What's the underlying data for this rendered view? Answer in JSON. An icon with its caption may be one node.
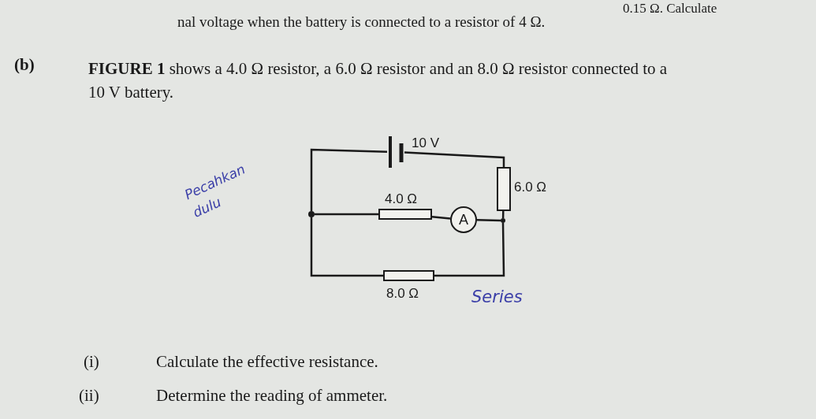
{
  "diagram": {
    "nodes": [
      {
        "text": [],
        "shape": "battery",
        "beside": [
          "10 V"
        ]
      },
      {
        "text": [],
        "shape": "box",
        "beside": [
          "6.0 Ω"
        ]
      },
      {
        "text": [],
        "shape": "dot"
      },
      {
        "text": [],
        "shape": "box",
        "beside": [
          "4.0 Ω"
        ]
      },
      {
        "text": [
          "A"
        ]
      },
      {
        "text": [],
        "shape": "dot"
      },
      {
        "text": [],
        "shape": "box",
        "beside": [
          "8.0 Ω"
        ]
      }
    ],
    "edges": [
      {
        "from": 0,
        "to": 1,
        "arrow": "none"
      },
      {
        "from": 0,
        "to": 2,
        "arrow": "none"
      },
      {
        "from": 2,
        "to": 3,
        "arrow": "none"
      },
      {
        "from": 3,
        "to": 4,
        "arrow": "none"
      },
      {
        "from": 4,
        "to": 5,
        "arrow": "none"
      },
      {
        "from": 1,
        "to": 5,
        "arrow": "none"
      },
      {
        "from": 2,
        "to": 6,
        "arrow": "none"
      },
      {
        "from": 6,
        "to": 5,
        "arrow": "none"
      }
    ],
    "labels": [
      "0.15 Ω. Calculate",
      "nal voltage when the battery is connected to a resistor of 4 Ω.",
      "(b)",
      "**FIGURE 1** shows a 4.0 Ω resistor, a 6.0 Ω resistor and an 8.0 Ω resistor connected to a 10 V battery.",
      "Pecahkan dulu",
      "Series",
      "(i)",
      "Calculate the effective resistance.",
      "(ii)",
      "Determine the reading of ammeter."
    ]
  }
}
